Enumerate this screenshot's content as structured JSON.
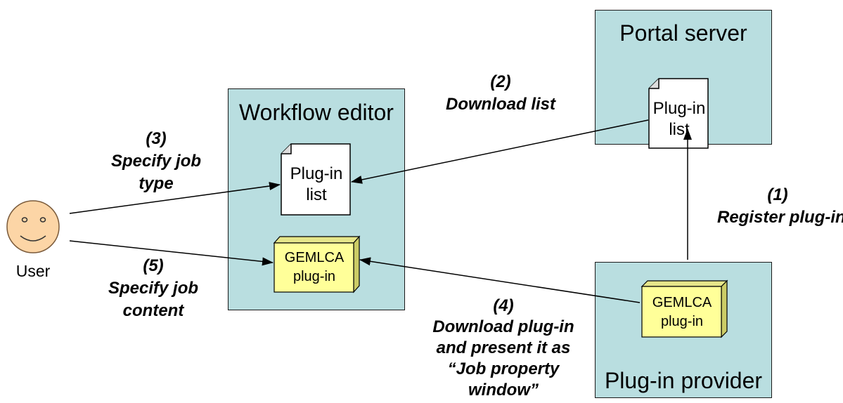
{
  "nodes": {
    "portal_server": {
      "title": "Portal server",
      "doc_label": "Plug-in list"
    },
    "workflow_editor": {
      "title": "Workflow editor",
      "doc_label": "Plug-in list",
      "cube_label": "GEMLCA plug-in"
    },
    "plugin_provider": {
      "title": "Plug-in provider",
      "cube_label": "GEMLCA plug-in"
    },
    "user": {
      "label": "User"
    }
  },
  "edges": {
    "e1": {
      "step": "(1)",
      "text": "Register plug-in"
    },
    "e2": {
      "step": "(2)",
      "text": "Download list"
    },
    "e3": {
      "step": "(3)",
      "text": "Specify job type"
    },
    "e4": {
      "step": "(4)",
      "text": "Download plug-in and present it as “Job property window”"
    },
    "e5": {
      "step": "(5)",
      "text": "Specify job content"
    }
  },
  "colors": {
    "panel_fill": "#b9dee0",
    "cube_fill": "#ffff99",
    "face_fill": "#fcd5a6",
    "line": "#000000"
  }
}
